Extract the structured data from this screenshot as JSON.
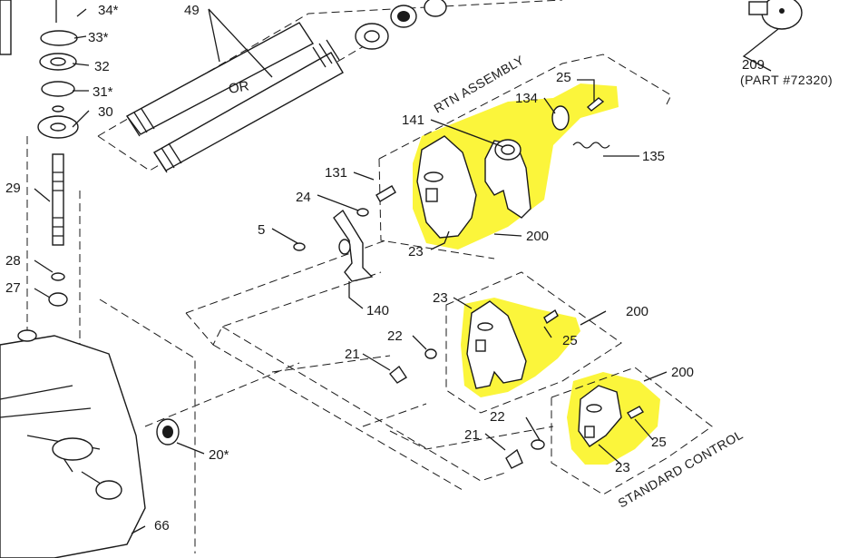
{
  "labels": {
    "l34": "34*",
    "l33": "33*",
    "l32": "32",
    "l31": "31*",
    "l30": "30",
    "l29": "29",
    "l28": "28",
    "l27": "27",
    "l49": "49",
    "l_or": "OR",
    "l209": "209",
    "l209_part": "(PART #72320)",
    "l_rtn": "RTN ASSEMBLY",
    "l_std": "STANDARD CONTROL",
    "l25a": "25",
    "l134": "134",
    "l141": "141",
    "l135": "135",
    "l131": "131",
    "l24": "24",
    "l5": "5",
    "l23a": "23",
    "l200a": "200",
    "l140": "140",
    "l23b": "23",
    "l200b": "200",
    "l25b": "25",
    "l22a": "22",
    "l21a": "21",
    "l200c": "200",
    "l22b": "22",
    "l21b": "21",
    "l25c": "25",
    "l23c": "23",
    "l20": "20*",
    "l66": "66"
  },
  "colors": {
    "highlight": "#fbf42a",
    "ink": "#1a1a1a",
    "background": "#ffffff"
  }
}
